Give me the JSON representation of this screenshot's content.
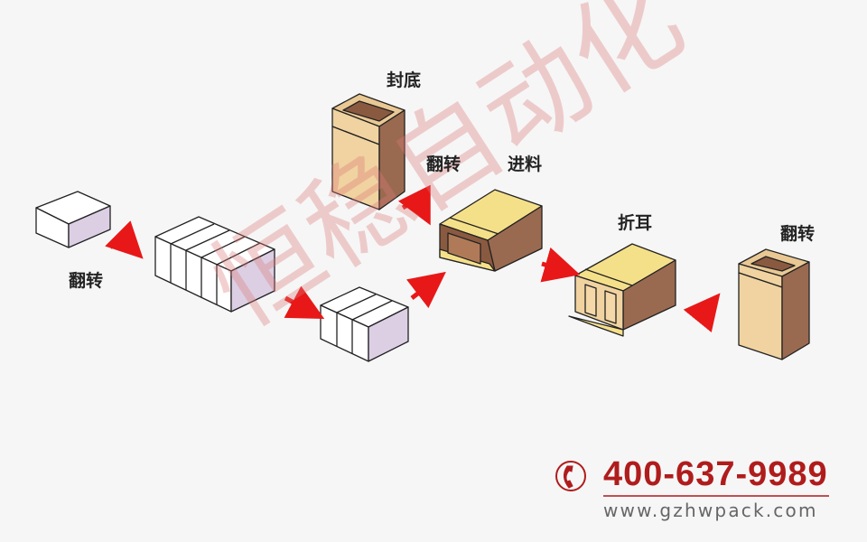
{
  "labels": {
    "flip_1": "翻转",
    "seal_bottom": "封底",
    "flip_2": "翻转",
    "feed": "进料",
    "fold_ears": "折耳",
    "flip_3": "翻转"
  },
  "watermark": "恒稳自动化",
  "contact": {
    "phone": "400-637-9989",
    "website": "www.gzhwpack.com",
    "icon": "phone-icon"
  },
  "colors": {
    "arrow": "#e81818",
    "carton_front": "#f0d3a0",
    "carton_side": "#9a6a50",
    "flap_yellow": "#f5e08a",
    "product_side": "#dccfe4",
    "brand_red": "#b01c1c"
  }
}
